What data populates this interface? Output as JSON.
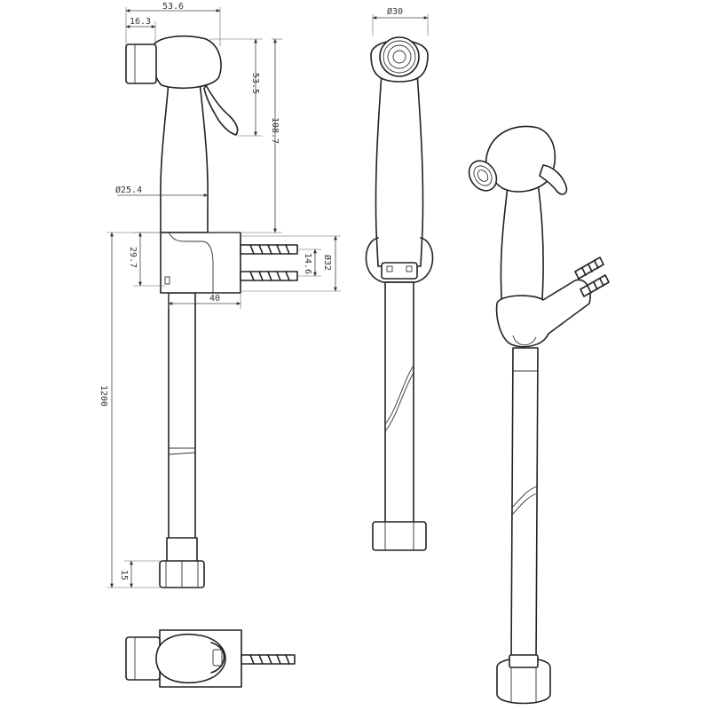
{
  "dimensions": {
    "d53_6": "53.6",
    "d16_3": "16.3",
    "d53_5": "53.5",
    "d108_7": "108.7",
    "d25_4": "Ø25.4",
    "d29_7": "29.7",
    "d14_6": "14.6",
    "d32": "Ø32",
    "d40": "40",
    "d1200": "1200",
    "d15": "15",
    "d30": "Ø30"
  }
}
